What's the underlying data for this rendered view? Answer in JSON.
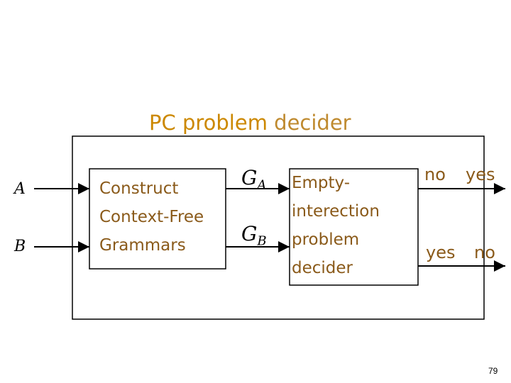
{
  "title": {
    "label": "PC problem",
    "accent": "decider"
  },
  "inputs": {
    "a": "A",
    "b": "B"
  },
  "construct_box": {
    "lines": [
      "Construct",
      "Context-Free",
      "Grammars"
    ]
  },
  "grammars": {
    "ga_base": "G",
    "ga_sub": "A",
    "gb_base": "G",
    "gb_sub": "B"
  },
  "decider_box": {
    "lines": [
      "Empty-",
      "interection",
      "problem",
      "decider"
    ]
  },
  "outputs": {
    "top_no": "no",
    "top_yes": "yes",
    "bottom_yes": "yes",
    "bottom_no": "no"
  },
  "page_number": "79",
  "colors": {
    "title": "#cc8800",
    "body_text": "#8a5a1a",
    "lines": "#000000"
  }
}
